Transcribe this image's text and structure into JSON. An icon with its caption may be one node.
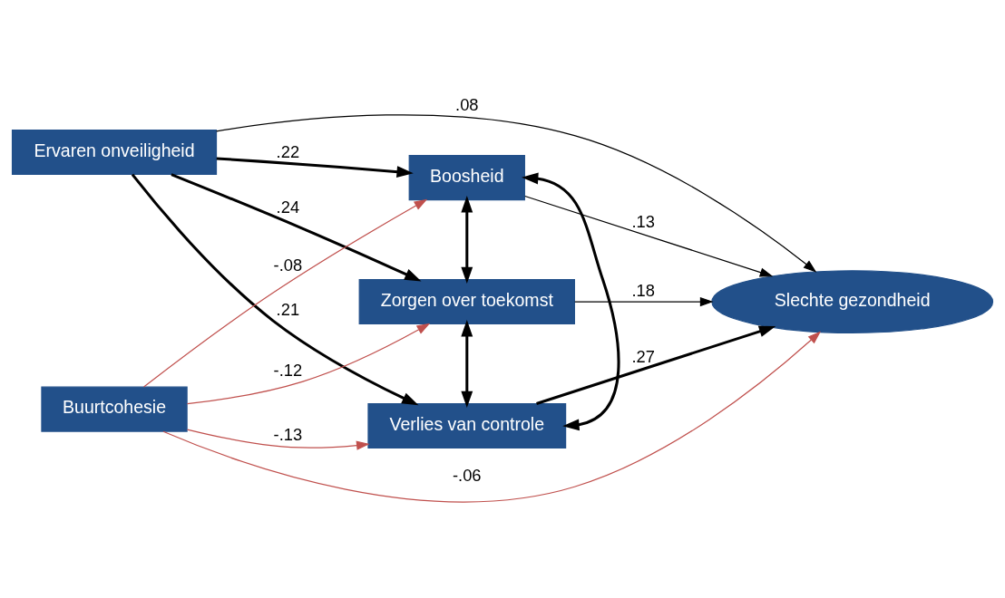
{
  "diagram": {
    "nodes": [
      {
        "text": [
          "Ervaren onveiligheid"
        ]
      },
      {
        "text": [
          "Buurtcohesie"
        ]
      },
      {
        "text": [
          "Boosheid"
        ]
      },
      {
        "text": [
          "Zorgen over toekomst"
        ]
      },
      {
        "text": [
          "Verlies van controle"
        ]
      },
      {
        "text": [
          "Slechte gezondheid"
        ]
      }
    ],
    "edges": [
      {
        "from": 0,
        "to": 5,
        "arrow": "to",
        "label": ".08"
      },
      {
        "from": 0,
        "to": 2,
        "arrow": "to",
        "label": ".22",
        "style": "thick"
      },
      {
        "from": 0,
        "to": 3,
        "arrow": "to",
        "label": ".24",
        "style": "thick"
      },
      {
        "from": 0,
        "to": 4,
        "arrow": "to",
        "label": ".21",
        "style": "thick"
      },
      {
        "from": 1,
        "to": 2,
        "arrow": "to",
        "label": "-.08",
        "color": "#c0504d"
      },
      {
        "from": 1,
        "to": 3,
        "arrow": "to",
        "label": "-.12",
        "color": "#c0504d"
      },
      {
        "from": 1,
        "to": 4,
        "arrow": "to",
        "label": "-.13",
        "color": "#c0504d"
      },
      {
        "from": 1,
        "to": 5,
        "arrow": "to",
        "label": "-.06",
        "color": "#c0504d"
      },
      {
        "from": 2,
        "to": 5,
        "arrow": "to",
        "label": ".13"
      },
      {
        "from": 3,
        "to": 5,
        "arrow": "to",
        "label": ".18"
      },
      {
        "from": 4,
        "to": 5,
        "arrow": "to",
        "label": ".27",
        "style": "thick"
      },
      {
        "from": 2,
        "to": 3,
        "arrow": "both",
        "style": "thick"
      },
      {
        "from": 3,
        "to": 4,
        "arrow": "both",
        "style": "thick"
      },
      {
        "from": 2,
        "to": 4,
        "arrow": "both",
        "style": "thick"
      }
    ]
  }
}
